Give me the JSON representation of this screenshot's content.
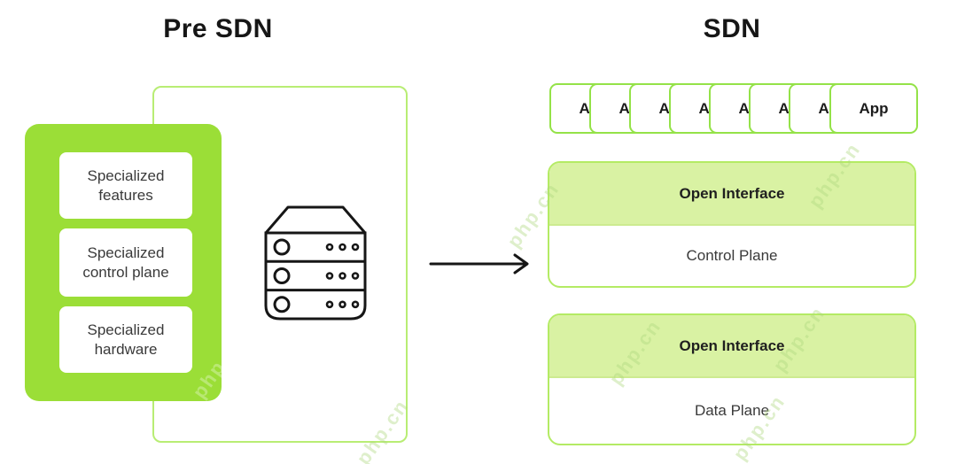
{
  "titles": {
    "left": "Pre SDN",
    "right": "SDN"
  },
  "pre_sdn": {
    "feature_boxes": [
      "Specialized features",
      "Specialized control plane",
      "Specialized hardware"
    ],
    "device_icon": "server-rack-icon"
  },
  "arrow": {
    "icon": "right-arrow-icon",
    "direction": "right"
  },
  "sdn": {
    "app_cards": {
      "count": 8,
      "labels": [
        "App",
        "App",
        "App",
        "App",
        "App",
        "App",
        "App",
        "App"
      ]
    },
    "layers": [
      {
        "header": "Open Interface",
        "body": "Control Plane"
      },
      {
        "header": "Open Interface",
        "body": "Data Plane"
      }
    ]
  },
  "watermark": {
    "text": "php.cn"
  },
  "colors": {
    "accent_green": "#9bde37",
    "panel_border": "#b8ed74",
    "card_border": "#94e248",
    "layer_border": "#b4eb64",
    "layer_header_fill": "#d9f2a3",
    "text_dark": "#161616",
    "text_body": "#3a3a3a",
    "line_black": "#161616"
  }
}
